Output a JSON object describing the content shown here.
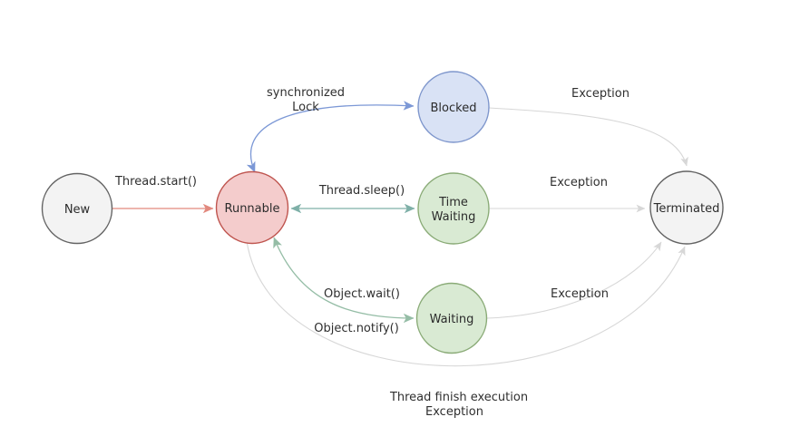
{
  "diagram": {
    "kind": "thread-state-diagram",
    "nodes": [
      {
        "id": "new",
        "label": "New",
        "fill": "#f3f3f3",
        "stroke": "#636363"
      },
      {
        "id": "runnable",
        "label": "Runnable",
        "fill": "#f4cccc",
        "stroke": "#bf554f"
      },
      {
        "id": "blocked",
        "label": "Blocked",
        "fill": "#d9e2f5",
        "stroke": "#7e96cc"
      },
      {
        "id": "time-waiting",
        "label_line1": "Time",
        "label_line2": "Waiting",
        "fill": "#d9ead3",
        "stroke": "#8aab77"
      },
      {
        "id": "waiting",
        "label": "Waiting",
        "fill": "#d9ead3",
        "stroke": "#8aab77"
      },
      {
        "id": "terminated",
        "label": "Terminated",
        "fill": "#f3f3f3",
        "stroke": "#636363"
      }
    ],
    "edges": {
      "thread_start": {
        "from": "New",
        "to": "Runnable",
        "direction": "one-way",
        "label": "Thread.start()",
        "color": "#e2897e"
      },
      "synchronized": {
        "from": "Runnable",
        "to": "Blocked",
        "direction": "two-way",
        "label_line1": "synchronized",
        "label_line2": "Lock",
        "color": "#7c98d6"
      },
      "thread_sleep": {
        "from": "Runnable",
        "to": "Time Waiting",
        "direction": "two-way",
        "label": "Thread.sleep()",
        "color": "#7fb0a8"
      },
      "object_wait": {
        "from": "Runnable",
        "to": "Waiting",
        "direction": "two-way",
        "label": "Object.wait()",
        "color": "#95bda6"
      },
      "object_notify": {
        "from": "Waiting",
        "to": "Runnable",
        "direction": "two-way",
        "label": "Object.notify()",
        "color": "#95bda6"
      },
      "blocked_exc": {
        "from": "Blocked",
        "to": "Terminated",
        "direction": "one-way",
        "label": "Exception",
        "color": "#d7d7d7"
      },
      "timewaiting_exc": {
        "from": "Time Waiting",
        "to": "Terminated",
        "direction": "one-way",
        "label": "Exception",
        "color": "#d7d7d7"
      },
      "waiting_exc": {
        "from": "Waiting",
        "to": "Terminated",
        "direction": "one-way",
        "label": "Exception",
        "color": "#d7d7d7"
      },
      "finish": {
        "from": "Runnable",
        "to": "Terminated",
        "direction": "one-way",
        "label_line1": "Thread finish execution",
        "label_line2": "Exception",
        "color": "#d7d7d7"
      }
    }
  }
}
